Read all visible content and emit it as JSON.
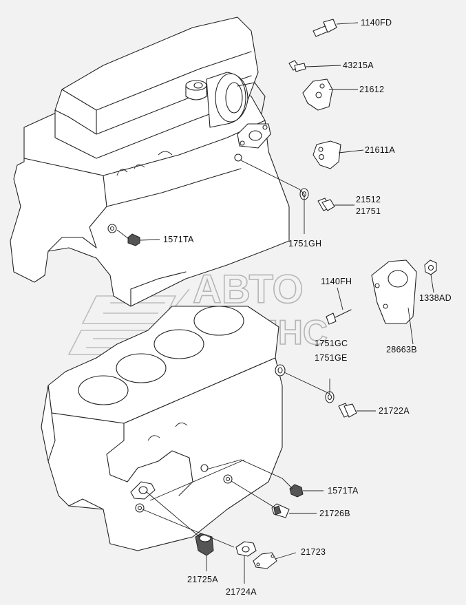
{
  "watermark": {
    "line1": "АВТО",
    "line2": "АЛЬЯНС"
  },
  "labels": {
    "p1140FD": "1140FD",
    "p43215A": "43215A",
    "p21612": "21612",
    "p21611A": "21611A",
    "p21512": "21512",
    "p21751": "21751",
    "p1751GH": "1751GH",
    "p1571TA_top": "1571TA",
    "p1140FH": "1140FH",
    "p1338AD": "1338AD",
    "p28663B": "28663B",
    "p1751GC": "1751GC",
    "p1751GE": "1751GE",
    "p21722A": "21722A",
    "p1571TA_bottom": "1571TA",
    "p21726B": "21726B",
    "p21723": "21723",
    "p21725A": "21725A",
    "p21724A": "21724A"
  }
}
